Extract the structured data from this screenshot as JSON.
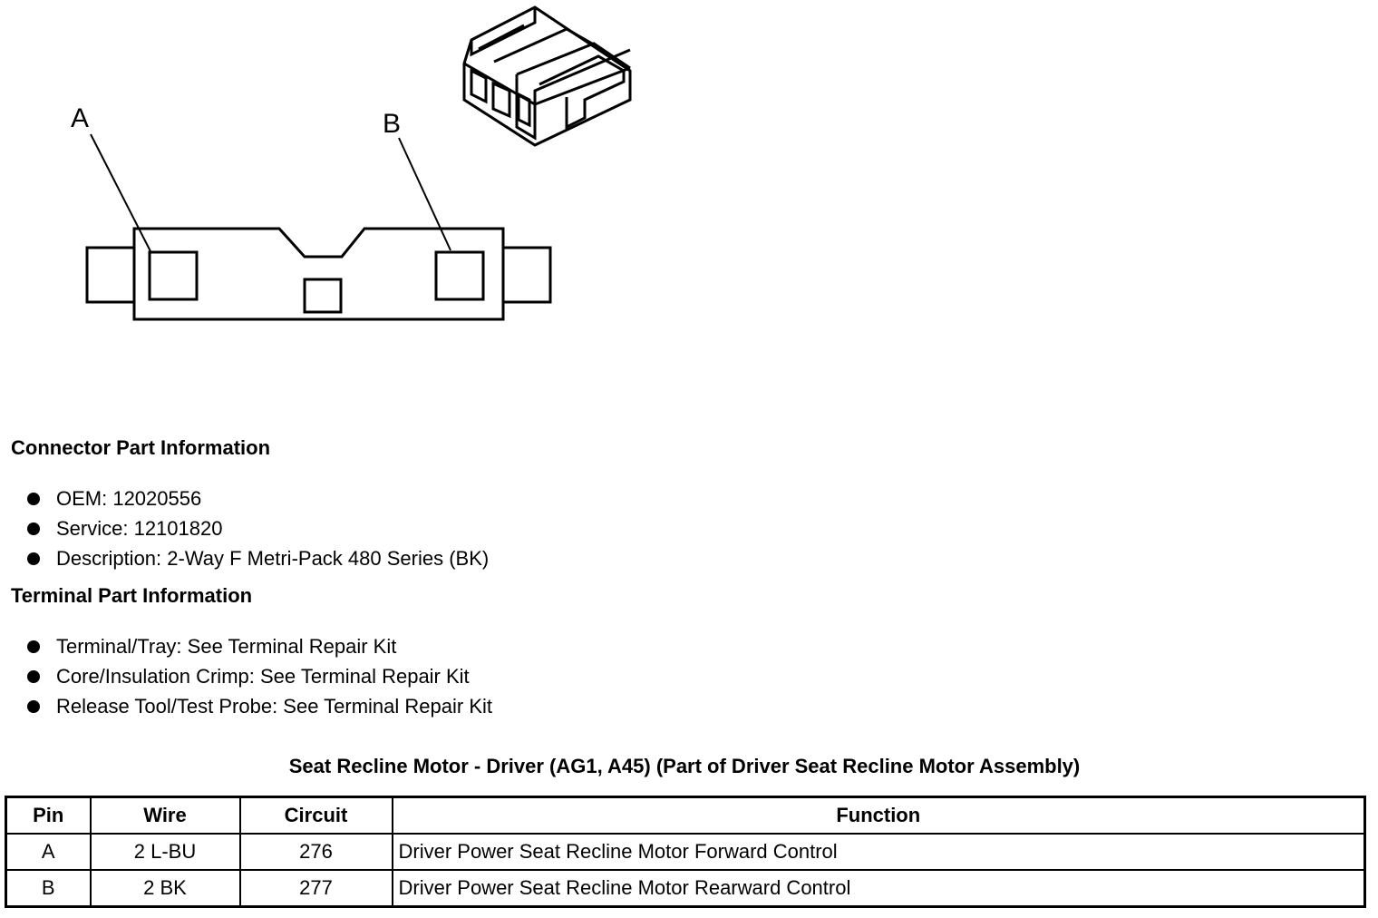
{
  "diagram": {
    "callout_a": "A",
    "callout_b": "B",
    "connector_icon": "connector-3d-icon"
  },
  "connector_info": {
    "heading": "Connector Part Information",
    "items": [
      "OEM: 12020556",
      "Service: 12101820",
      "Description: 2-Way F Metri-Pack 480 Series (BK)"
    ]
  },
  "terminal_info": {
    "heading": "Terminal Part Information",
    "items": [
      "Terminal/Tray: See Terminal Repair Kit",
      "Core/Insulation Crimp: See Terminal Repair Kit",
      "Release Tool/Test Probe: See Terminal Repair Kit"
    ]
  },
  "pin_table": {
    "title": "Seat Recline Motor - Driver (AG1, A45) (Part of Driver Seat Recline Motor Assembly)",
    "headers": [
      "Pin",
      "Wire",
      "Circuit",
      "Function"
    ],
    "rows": [
      [
        "A",
        "2 L-BU",
        "276",
        "Driver Power Seat Recline Motor Forward Control"
      ],
      [
        "B",
        "2 BK",
        "277",
        "Driver Power Seat Recline Motor Rearward Control"
      ]
    ]
  }
}
